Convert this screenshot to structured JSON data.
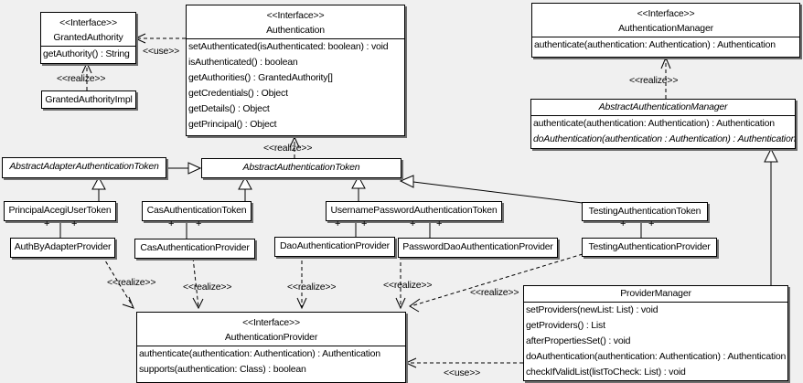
{
  "labels": {
    "use": "<<use>>",
    "realize": "<<realize>>",
    "plus": "+"
  },
  "classes": {
    "grantedAuthority": {
      "stereotype": "<<Interface>>",
      "name": "GrantedAuthority",
      "methods": [
        "getAuthority() : String"
      ]
    },
    "grantedAuthorityImpl": {
      "name": "GrantedAuthorityImpl"
    },
    "authentication": {
      "stereotype": "<<Interface>>",
      "name": "Authentication",
      "methods": [
        "setAuthenticated(isAuthenticated: boolean) : void",
        "isAuthenticated() : boolean",
        "getAuthorities() : GrantedAuthority[]",
        "getCredentials() : Object",
        "getDetails() : Object",
        "getPrincipal() : Object"
      ]
    },
    "authenticationManager": {
      "stereotype": "<<Interface>>",
      "name": "AuthenticationManager",
      "methods": [
        "authenticate(authentication: Authentication) : Authentication"
      ]
    },
    "abstractAuthenticationManager": {
      "name": "AbstractAuthenticationManager",
      "methods": [
        "authenticate(authentication: Authentication) : Authentication",
        "doAuthentication(authentication : Authentication) : Authentication"
      ]
    },
    "abstractAdapterAuthenticationToken": {
      "name": "AbstractAdapterAuthenticationToken"
    },
    "abstractAuthenticationToken": {
      "name": "AbstractAuthenticationToken"
    },
    "principalAcegiUserToken": {
      "name": "PrincipalAcegiUserToken"
    },
    "casAuthenticationToken": {
      "name": "CasAuthenticationToken"
    },
    "usernamePasswordAuthenticationToken": {
      "name": "UsernamePasswordAuthenticationToken"
    },
    "testingAuthenticationToken": {
      "name": "TestingAuthenticationToken"
    },
    "authByAdapterProvider": {
      "name": "AuthByAdapterProvider"
    },
    "casAuthenticationProvider": {
      "name": "CasAuthenticationProvider"
    },
    "daoAuthenticationProvider": {
      "name": "DaoAuthenticationProvider"
    },
    "passwordDaoAuthenticationProvider": {
      "name": "PasswordDaoAuthenticationProvider"
    },
    "testingAuthenticationProvider": {
      "name": "TestingAuthenticationProvider"
    },
    "authenticationProvider": {
      "stereotype": "<<Interface>>",
      "name": "AuthenticationProvider",
      "methods": [
        "authenticate(authentication: Authentication) : Authentication",
        "supports(authentication: Class) : boolean"
      ]
    },
    "providerManager": {
      "name": "ProviderManager",
      "methods": [
        "setProviders(newList: List) : void",
        "getProviders() : List",
        "afterPropertiesSet() : void",
        "doAuthentication(authentication: Authentication) : Authentication",
        "checkIfValidList(listToCheck: List) : void"
      ]
    }
  }
}
